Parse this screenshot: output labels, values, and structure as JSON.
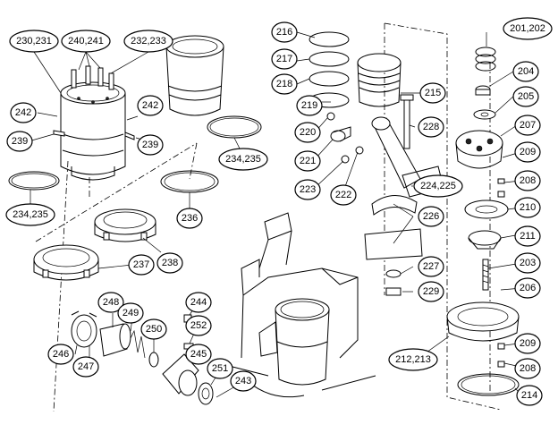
{
  "callouts": [
    {
      "id": "c230",
      "label": "230,231"
    },
    {
      "id": "c240",
      "label": "240,241"
    },
    {
      "id": "c232",
      "label": "232,233"
    },
    {
      "id": "c242a",
      "label": "242"
    },
    {
      "id": "c242b",
      "label": "242"
    },
    {
      "id": "c239a",
      "label": "239"
    },
    {
      "id": "c239b",
      "label": "239"
    },
    {
      "id": "c234a",
      "label": "234,235"
    },
    {
      "id": "c234b",
      "label": "234,235"
    },
    {
      "id": "c236",
      "label": "236"
    },
    {
      "id": "c237",
      "label": "237"
    },
    {
      "id": "c238",
      "label": "238"
    },
    {
      "id": "c216",
      "label": "216"
    },
    {
      "id": "c217",
      "label": "217"
    },
    {
      "id": "c218",
      "label": "218"
    },
    {
      "id": "c219",
      "label": "219"
    },
    {
      "id": "c215",
      "label": "215"
    },
    {
      "id": "c220",
      "label": "220"
    },
    {
      "id": "c221",
      "label": "221"
    },
    {
      "id": "c223",
      "label": "223"
    },
    {
      "id": "c222",
      "label": "222"
    },
    {
      "id": "c228",
      "label": "228"
    },
    {
      "id": "c224",
      "label": "224,225"
    },
    {
      "id": "c226",
      "label": "226"
    },
    {
      "id": "c227",
      "label": "227"
    },
    {
      "id": "c229",
      "label": "229"
    },
    {
      "id": "c201",
      "label": "201,202"
    },
    {
      "id": "c204",
      "label": "204"
    },
    {
      "id": "c205",
      "label": "205"
    },
    {
      "id": "c207",
      "label": "207"
    },
    {
      "id": "c209a",
      "label": "209"
    },
    {
      "id": "c208a",
      "label": "208"
    },
    {
      "id": "c210",
      "label": "210"
    },
    {
      "id": "c211",
      "label": "211"
    },
    {
      "id": "c203",
      "label": "203"
    },
    {
      "id": "c206",
      "label": "206"
    },
    {
      "id": "c212",
      "label": "212,213"
    },
    {
      "id": "c209b",
      "label": "209"
    },
    {
      "id": "c208b",
      "label": "208"
    },
    {
      "id": "c214",
      "label": "214"
    },
    {
      "id": "c248",
      "label": "248"
    },
    {
      "id": "c249",
      "label": "249"
    },
    {
      "id": "c250",
      "label": "250"
    },
    {
      "id": "c244",
      "label": "244"
    },
    {
      "id": "c252",
      "label": "252"
    },
    {
      "id": "c245",
      "label": "245"
    },
    {
      "id": "c246",
      "label": "246"
    },
    {
      "id": "c247",
      "label": "247"
    },
    {
      "id": "c251",
      "label": "251"
    },
    {
      "id": "c243",
      "label": "243"
    }
  ]
}
